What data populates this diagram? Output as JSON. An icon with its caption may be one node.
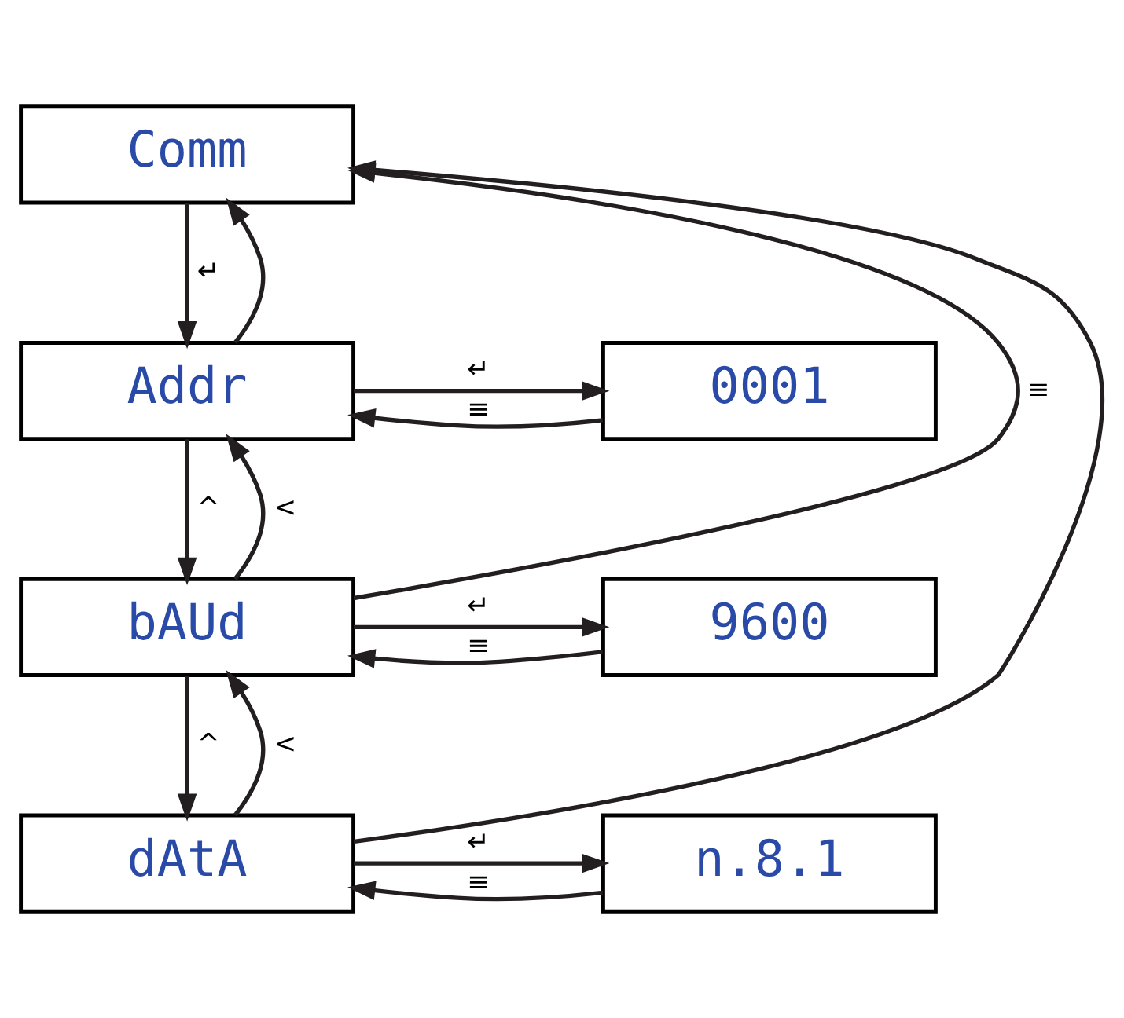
{
  "diagram": {
    "nodes": [
      {
        "text": [
          "Comm"
        ]
      },
      {
        "text": [
          "Addr"
        ]
      },
      {
        "text": [
          "0001"
        ]
      },
      {
        "text": [
          "bAUd"
        ]
      },
      {
        "text": [
          "9600"
        ]
      },
      {
        "text": [
          "dAtA"
        ]
      },
      {
        "text": [
          "n.8.1"
        ]
      }
    ],
    "edges": [
      {
        "from": 0,
        "to": 1,
        "arrow": "to",
        "label": "↵"
      },
      {
        "from": 1,
        "to": 2,
        "arrow": "to",
        "label": "↵"
      },
      {
        "from": 2,
        "to": 1,
        "arrow": "to",
        "label": "≡"
      },
      {
        "from": 3,
        "to": 1,
        "arrow": "to",
        "label": "<"
      },
      {
        "from": 1,
        "to": 3,
        "arrow": "to",
        "label": "^"
      },
      {
        "from": 3,
        "to": 4,
        "arrow": "to",
        "label": "↵"
      },
      {
        "from": 4,
        "to": 3,
        "arrow": "to",
        "label": "≡"
      },
      {
        "from": 5,
        "to": 3,
        "arrow": "to",
        "label": "<"
      },
      {
        "from": 3,
        "to": 5,
        "arrow": "to",
        "label": "^"
      },
      {
        "from": 5,
        "to": 6,
        "arrow": "to",
        "label": "↵"
      },
      {
        "from": 6,
        "to": 5,
        "arrow": "to",
        "label": "≡"
      },
      {
        "from": 1,
        "to": 0,
        "arrow": "to"
      },
      {
        "from": 3,
        "to": 0,
        "arrow": "to",
        "label": "≡"
      },
      {
        "from": 5,
        "to": 0,
        "arrow": "to"
      }
    ]
  }
}
